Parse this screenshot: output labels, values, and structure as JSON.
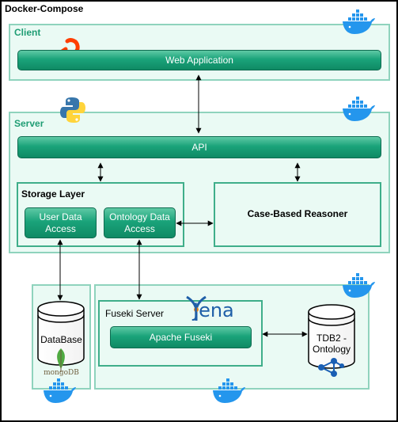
{
  "title": "Docker-Compose",
  "client": {
    "label": "Client",
    "web_app": "Web Application"
  },
  "server": {
    "label": "Server",
    "api": "API",
    "storage_layer": {
      "label": "Storage Layer",
      "user_data_access": [
        "User Data",
        "Access"
      ],
      "ontology_data_access": [
        "Ontology Data",
        "Access"
      ]
    },
    "reasoner": "Case-Based Reasoner"
  },
  "database": {
    "label": "DataBase",
    "logo_text": "mongoDB"
  },
  "fuseki": {
    "label": "Fuseki Server",
    "apache": "Apache Fuseki",
    "jena_logo_text": "Jena"
  },
  "tdb": {
    "label": [
      "TDB2 -",
      "Ontology"
    ]
  },
  "colors": {
    "container_border": "#8fd3bd",
    "container_fill": "#eafaf4",
    "bar_fill": "#1aa37a",
    "docker_blue": "#2496ed",
    "svelte_orange": "#ff3e00",
    "python_blue": "#3776ab",
    "python_yellow": "#ffd43b",
    "jena_blue": "#1f5fa8",
    "mongo_green": "#4faa41"
  }
}
